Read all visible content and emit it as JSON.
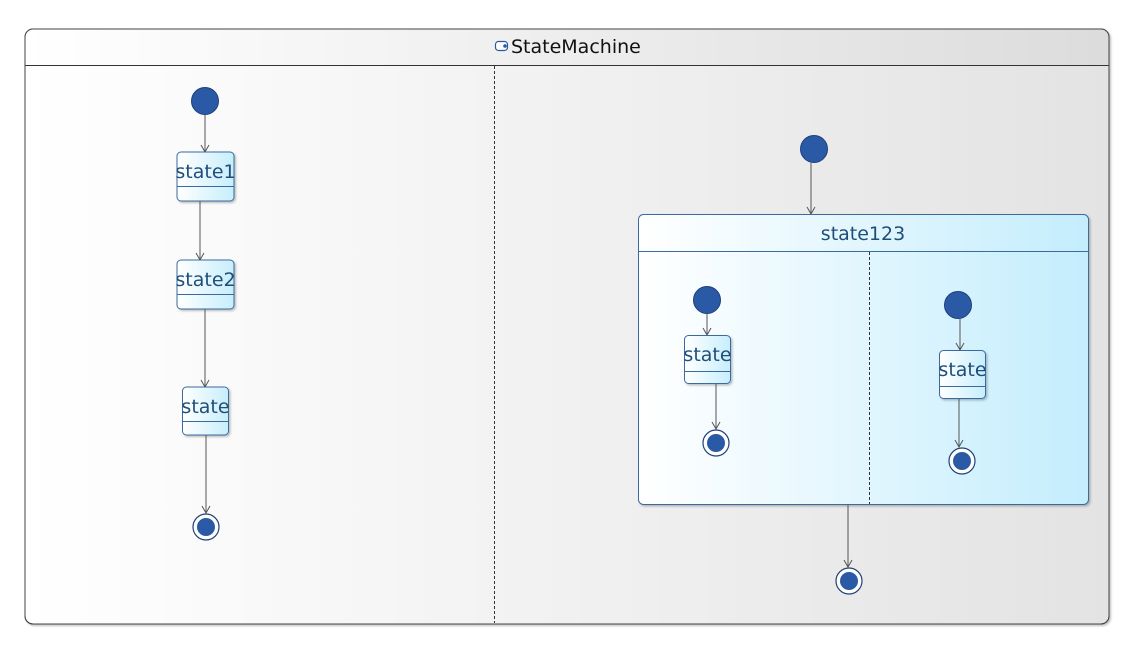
{
  "machine": {
    "title": "StateMachine",
    "icon": "state-machine-icon"
  },
  "left_region": {
    "states": [
      "state1",
      "state2",
      "state"
    ]
  },
  "right_region": {
    "composite": {
      "label": "state123",
      "inner_left": {
        "state": "state"
      },
      "inner_right": {
        "state": "state"
      }
    }
  },
  "colors": {
    "pseudo_fill": "#2a5aa6",
    "state_text": "#1f4e79",
    "state_fill_light": "#ffffff",
    "state_fill_dark": "#c7eefc"
  }
}
